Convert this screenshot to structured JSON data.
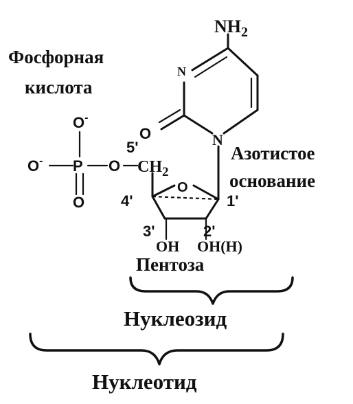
{
  "labels": {
    "phosphoric_acid_line1": "Фосфорная",
    "phosphoric_acid_line2": "кислота",
    "nitrogenous_base_line1": "Азотистое",
    "nitrogenous_base_line2": "основание",
    "pentose": "Пентоза",
    "nucleoside": "Нуклеозид",
    "nucleotide": "Нуклеотид"
  },
  "atoms": {
    "nh2_n": "NH",
    "nh2_sub": "2",
    "ring_n_top": "N",
    "ring_n_bottom": "N",
    "carbonyl_o": "O",
    "phosphorus": "P",
    "o_top": "O",
    "o_top_charge": "-",
    "o_left": "O",
    "o_left_charge": "-",
    "o_bottom": "O",
    "o_bridge": "O",
    "ch2_c": "CH",
    "ch2_sub": "2",
    "ring_o": "O",
    "oh_3": "OH",
    "oh_2": "OH(H)"
  },
  "carbon_numbers": {
    "c5": "5'",
    "c4": "4'",
    "c3": "3'",
    "c2": "2'",
    "c1": "1'"
  }
}
